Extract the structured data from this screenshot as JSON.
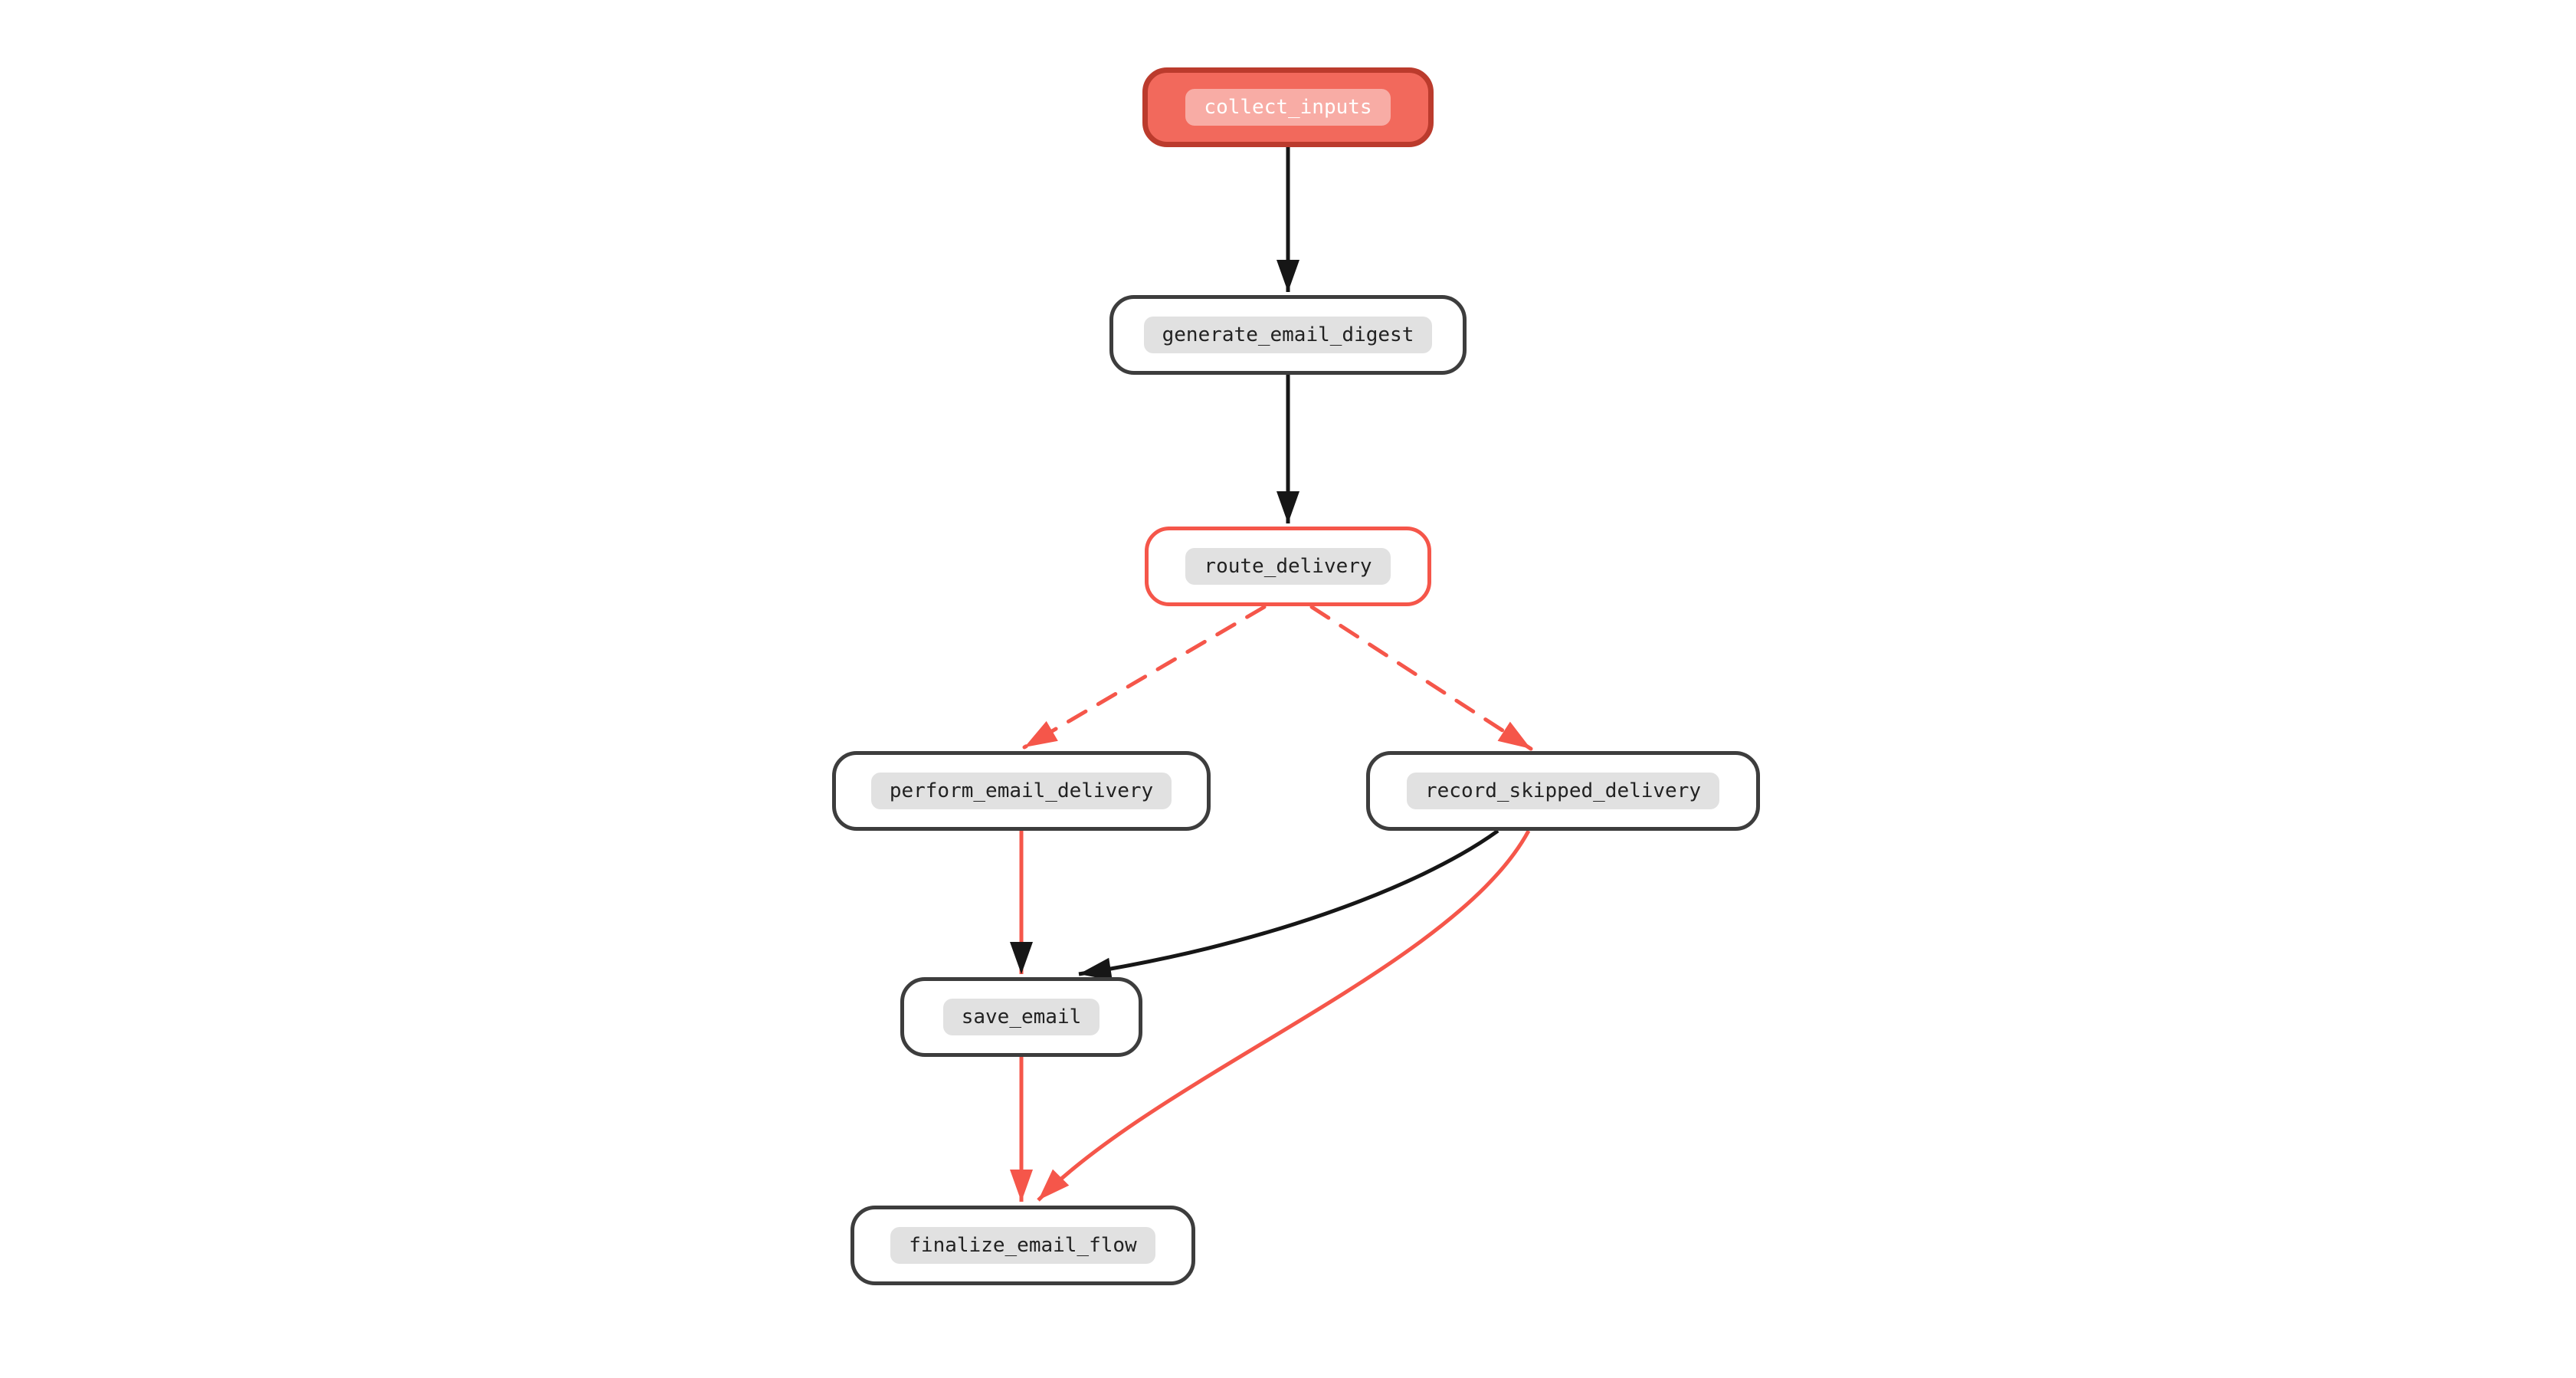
{
  "colors": {
    "background": "#ffffff",
    "edge_black": "#161616",
    "edge_red": "#f5564a",
    "node_border_default": "#3d3d3d",
    "node_border_highlight": "#f5564a",
    "start_node_fill": "#f2695c",
    "start_node_border": "#bb3b2d",
    "start_node_pill": "#f7a199",
    "start_node_text": "#ffffff",
    "label_pill_bg": "#e1e1e1",
    "label_text": "#222222"
  },
  "graph": {
    "nodes": [
      {
        "id": "collect_inputs",
        "label": "collect_inputs",
        "style": "start-filled-red"
      },
      {
        "id": "generate_email_digest",
        "label": "generate_email_digest",
        "style": "default"
      },
      {
        "id": "route_delivery",
        "label": "route_delivery",
        "style": "red-outline"
      },
      {
        "id": "perform_email_delivery",
        "label": "perform_email_delivery",
        "style": "default"
      },
      {
        "id": "record_skipped_delivery",
        "label": "record_skipped_delivery",
        "style": "default"
      },
      {
        "id": "save_email",
        "label": "save_email",
        "style": "default"
      },
      {
        "id": "finalize_email_flow",
        "label": "finalize_email_flow",
        "style": "default"
      }
    ],
    "edges": [
      {
        "from": "collect_inputs",
        "to": "generate_email_digest",
        "color": "black",
        "line": "solid",
        "arrow": "black"
      },
      {
        "from": "generate_email_digest",
        "to": "route_delivery",
        "color": "black",
        "line": "solid",
        "arrow": "black"
      },
      {
        "from": "route_delivery",
        "to": "perform_email_delivery",
        "color": "red",
        "line": "dashed",
        "arrow": "red"
      },
      {
        "from": "route_delivery",
        "to": "record_skipped_delivery",
        "color": "red",
        "line": "dashed",
        "arrow": "red"
      },
      {
        "from": "perform_email_delivery",
        "to": "save_email",
        "color": "red",
        "line": "solid",
        "arrow": "black"
      },
      {
        "from": "record_skipped_delivery",
        "to": "save_email",
        "color": "black",
        "line": "solid",
        "arrow": "black"
      },
      {
        "from": "save_email",
        "to": "finalize_email_flow",
        "color": "red",
        "line": "solid",
        "arrow": "red"
      },
      {
        "from": "record_skipped_delivery",
        "to": "finalize_email_flow",
        "color": "red",
        "line": "solid",
        "arrow": "red"
      }
    ]
  }
}
